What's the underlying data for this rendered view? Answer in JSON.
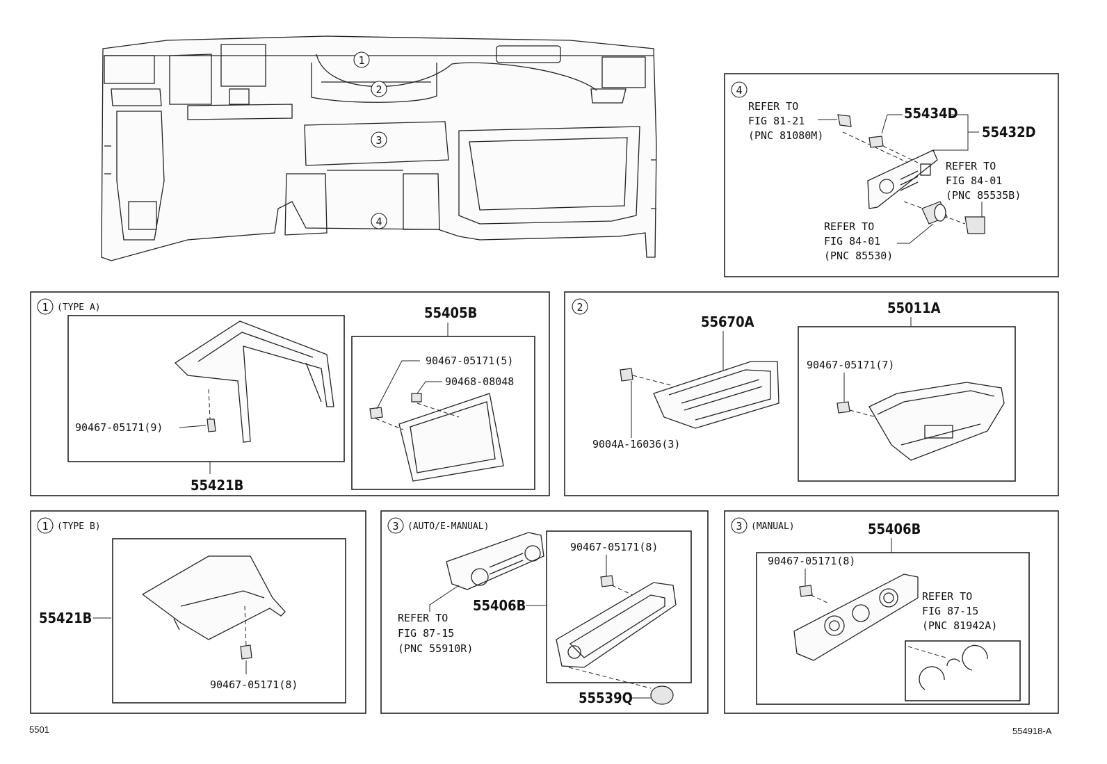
{
  "callouts": {
    "c1": "1",
    "c2": "2",
    "c3": "3",
    "c4": "4"
  },
  "panel4": {
    "ref_a": [
      "REFER TO",
      "FIG 81-21",
      "(PNC 81080M)"
    ],
    "ref_b": [
      "REFER TO",
      "FIG 84-01",
      "(PNC 85535B)"
    ],
    "ref_c": [
      "REFER TO",
      "FIG 84-01",
      "(PNC 85530)"
    ],
    "part_1": "55434D",
    "part_2": "55432D"
  },
  "panel1a": {
    "type": "(TYPE A)",
    "clip": "90467-05171(9)",
    "main_part": "55421B",
    "sub_part": "55405B",
    "clip_2": "90467-05171(5)",
    "clip_3": "90468-08048"
  },
  "panel2": {
    "vent": "55670A",
    "screw": "9004A-16036(3)",
    "panel": "55011A",
    "clip": "90467-05171(7)"
  },
  "panel1b": {
    "type": "(TYPE B)",
    "main_part": "55421B",
    "clip": "90467-05171(8)"
  },
  "panel3a": {
    "type": "(AUTO/E-MANUAL)",
    "ref": [
      "REFER TO",
      "FIG 87-15",
      "(PNC 55910R)"
    ],
    "part": "55406B",
    "clip": "90467-05171(8)",
    "knob": "55539Q"
  },
  "panel3m": {
    "type": "(MANUAL)",
    "part": "55406B",
    "clip": "90467-05171(8)",
    "ref": [
      "REFER TO",
      "FIG 87-15",
      "(PNC 81942A)"
    ]
  },
  "footer": {
    "left_code": "5501",
    "right_code": "554918-A"
  }
}
